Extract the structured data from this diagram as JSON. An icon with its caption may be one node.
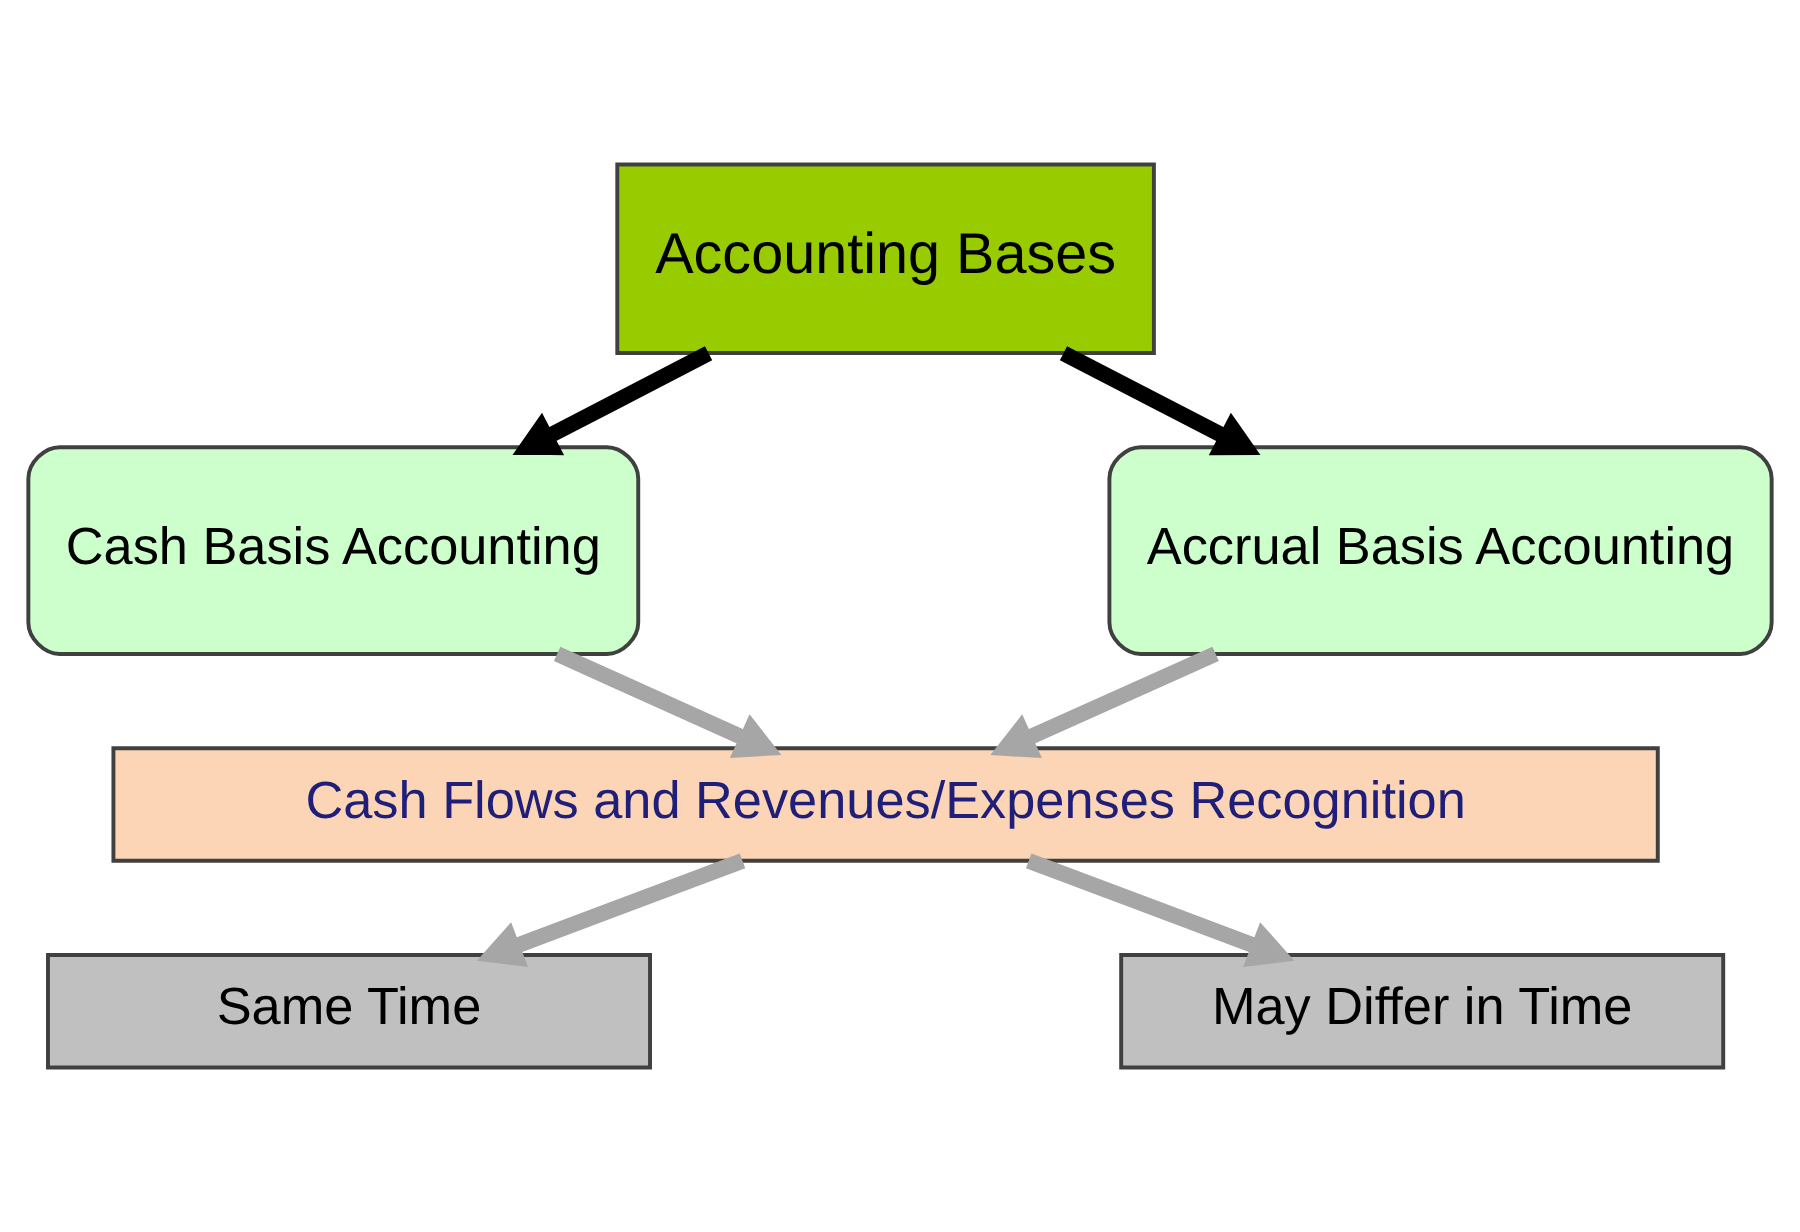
{
  "diagram": {
    "nodes": [
      {
        "text": [
          "Accounting Bases"
        ]
      },
      {
        "text": [
          "Cash Basis Accounting"
        ]
      },
      {
        "text": [
          "Accrual Basis Accounting"
        ]
      },
      {
        "text": [
          "Cash Flows and Revenues/Expenses Recognition"
        ]
      },
      {
        "text": [
          "Same Time"
        ]
      },
      {
        "text": [
          "May Differ in Time"
        ]
      }
    ],
    "edges": [
      {
        "from": 0,
        "to": 1,
        "arrow": "to",
        "color": "#000000"
      },
      {
        "from": 0,
        "to": 2,
        "arrow": "to",
        "color": "#000000"
      },
      {
        "from": 1,
        "to": 3,
        "arrow": "to"
      },
      {
        "from": 2,
        "to": 3,
        "arrow": "to"
      },
      {
        "from": 3,
        "to": 4,
        "arrow": "to"
      },
      {
        "from": 3,
        "to": 5,
        "arrow": "to"
      }
    ]
  }
}
